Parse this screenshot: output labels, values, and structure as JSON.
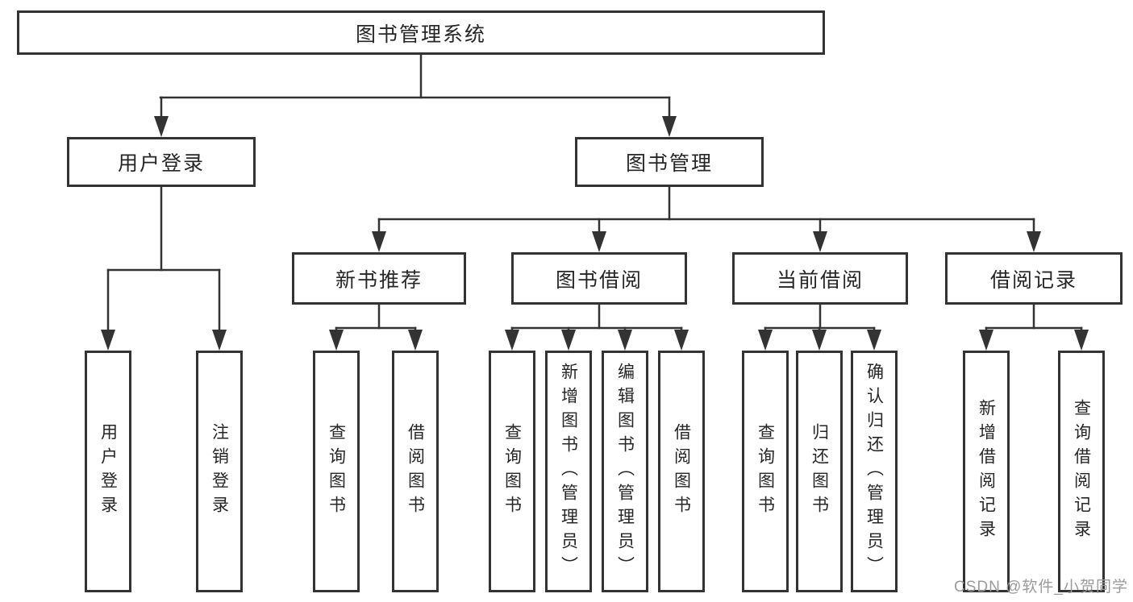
{
  "diagram_title": "图书管理系统",
  "nodes": {
    "root": "图书管理系统",
    "level2": [
      "用户登录",
      "图书管理"
    ],
    "level3": [
      "新书推荐",
      "图书借阅",
      "当前借阅",
      "借阅记录"
    ],
    "leaves": {
      "user_login": [
        "用户登录",
        "注销登录"
      ],
      "new_book_recommend": [
        "查询图书",
        "借阅图书"
      ],
      "book_borrow": [
        "查询图书",
        "新增图书（管理员）",
        "编辑图书（管理员）",
        "借阅图书"
      ],
      "current_borrow": [
        "查询图书",
        "归还图书",
        "确认归还（管理员）"
      ],
      "borrow_records": [
        "新增借阅记录",
        "查询借阅记录"
      ]
    }
  },
  "watermark": "CSDN @软件_小贺同学",
  "colors": {
    "line": "#333333",
    "box_border": "#333333",
    "box_fill": "#ffffff",
    "text": "#262626",
    "watermark": "#9b9b9b",
    "background": "#ffffff"
  }
}
